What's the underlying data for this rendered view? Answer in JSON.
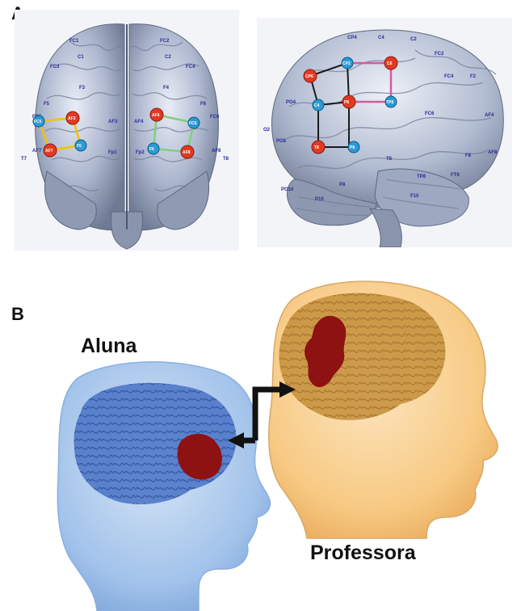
{
  "panel_a": {
    "letter": "A",
    "front_view": {
      "electrode_labels": [
        "C1",
        "C2",
        "FC1",
        "FC2",
        "FC3",
        "FC4",
        "F4",
        "F3",
        "F5",
        "F6",
        "FC5",
        "FC6",
        "AF3",
        "AF4",
        "AF7",
        "AF8",
        "T7",
        "T8",
        "Fp1",
        "Fp2"
      ],
      "left_nodes": [
        "AF3",
        "AF7",
        "FC5",
        "F5"
      ],
      "right_nodes": [
        "AF4",
        "AF8",
        "FC6",
        "F6"
      ]
    },
    "side_view": {
      "electrode_labels": [
        "CP4",
        "C4",
        "C2",
        "FC2",
        "FC4",
        "F2",
        "FC6",
        "F8",
        "AF4",
        "AF8",
        "F10",
        "P8",
        "T8",
        "TP8",
        "PO8",
        "PO4",
        "P10",
        "PO10",
        "O2",
        "FT8"
      ],
      "nodes": [
        "CP6",
        "CP2",
        "C6",
        "C4",
        "P6",
        "TP8",
        "T8",
        "P8"
      ]
    },
    "colors": {
      "left_link": "#f2c200",
      "right_link": "#7fd07a",
      "side_link_pink": "#d45aa0",
      "side_link_black": "#1a1a1a",
      "node_red": "#e23a22",
      "node_blue": "#2a9bd6"
    }
  },
  "panel_b": {
    "letter": "B",
    "student_label": "Aluna",
    "teacher_label": "Professora",
    "colors": {
      "student_head": "#9ec0ea",
      "student_brain": "#4f78c8",
      "teacher_head": "#f7c77d",
      "teacher_brain": "#c6923f",
      "activation": "#8e1212",
      "arrow": "#111111"
    }
  }
}
